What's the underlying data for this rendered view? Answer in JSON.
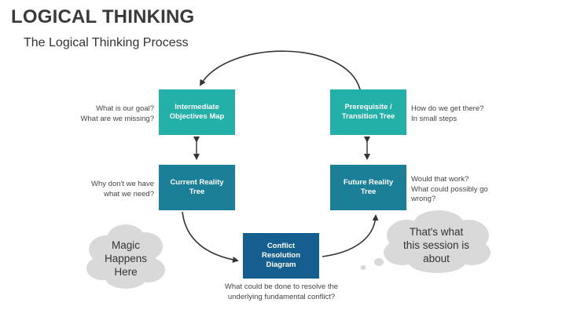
{
  "title": "LOGICAL THINKING",
  "subtitle": "The Logical Thinking Process",
  "boxes": {
    "intermediate": "Intermediate Objectives Map",
    "prerequisite": "Prerequisite / Transition Tree",
    "current": "Current Reality Tree",
    "future": "Future Reality Tree",
    "conflict": "Conflict Resolution Diagram"
  },
  "notes": {
    "intermediate_q1": "What is our goal?",
    "intermediate_q2": "What are we missing?",
    "prerequisite_q1": "How do we get there?",
    "prerequisite_q2": "In small steps",
    "current_q1": "Why don't we have",
    "current_q2": "what we need?",
    "future_q1": "Would that work?",
    "future_q2": "What could possibly go",
    "future_q3": "wrong?",
    "conflict_q1": "What could be done to resolve the",
    "conflict_q2": "underlying fundamental conflict?"
  },
  "clouds": {
    "left_line1": "Magic",
    "left_line2": "Happens",
    "left_line3": "Here",
    "right_line1": "That's what",
    "right_line2": "this session is",
    "right_line3": "about"
  },
  "colors": {
    "teal_light": "#22b0a8",
    "teal_dark": "#1c7f98",
    "navy": "#145f8f",
    "cloud": "#d9d9d9",
    "arrow": "#333333"
  }
}
